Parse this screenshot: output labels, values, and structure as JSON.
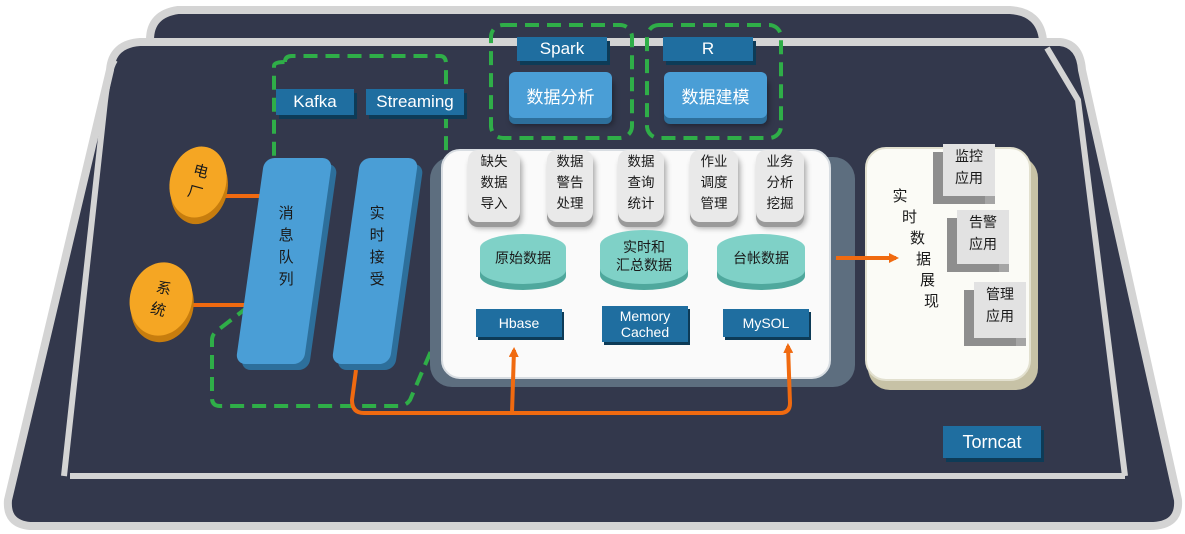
{
  "colors": {
    "platform_dark": "#33384c",
    "platform_outer": "#d4d4d4",
    "accent_orange": "#f06a10",
    "group_dash": "#2fae48",
    "tile_blue": "#1f6ea0",
    "button_blue": "#4a9ed6",
    "cylinder_teal": "#7fd1c7",
    "source_orange": "#f5a623"
  },
  "sources": [
    {
      "id": "power-plant",
      "label": "电\n厂"
    },
    {
      "id": "system",
      "label": "系\n统"
    }
  ],
  "ingest": {
    "kafka_label": "Kafka",
    "streaming_label": "Streaming",
    "queue_label": [
      "消",
      "息",
      "队",
      "列"
    ],
    "receive_label": [
      "实",
      "时",
      "接",
      "受"
    ]
  },
  "analytics": {
    "spark_label": "Spark",
    "r_label": "R",
    "data_analysis": "数据分析",
    "data_modeling": "数据建模"
  },
  "processing": {
    "cards": [
      {
        "lines": [
          "缺失",
          "数据",
          "导入"
        ]
      },
      {
        "lines": [
          "数据",
          "警告",
          "处理"
        ]
      },
      {
        "lines": [
          "数据",
          "查询",
          "统计"
        ]
      },
      {
        "lines": [
          "作业",
          "调度",
          "管理"
        ]
      },
      {
        "lines": [
          "业务",
          "分析",
          "挖掘"
        ]
      }
    ],
    "stores": [
      {
        "lines": [
          "原始数据"
        ]
      },
      {
        "lines": [
          "实时和",
          "汇总数据"
        ]
      },
      {
        "lines": [
          "台帐数据"
        ]
      }
    ],
    "databases": [
      {
        "lines": [
          "Hbase"
        ]
      },
      {
        "lines": [
          "Memory",
          "Cached"
        ]
      },
      {
        "lines": [
          "MySOL"
        ]
      }
    ]
  },
  "presentation": {
    "title": [
      "实",
      "时",
      "数",
      "据",
      "展",
      "现"
    ],
    "apps": [
      {
        "lines": [
          "监控",
          "应用"
        ]
      },
      {
        "lines": [
          "告警",
          "应用"
        ]
      },
      {
        "lines": [
          "管理",
          "应用"
        ]
      }
    ]
  },
  "server_label": "Torncat"
}
